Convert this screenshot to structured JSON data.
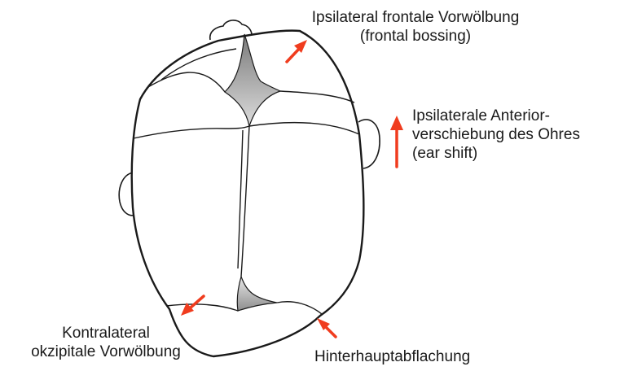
{
  "labels": {
    "frontal_bossing": {
      "line1": "Ipsilateral frontale Vorwölbung",
      "line2": "(frontal bossing)"
    },
    "ear_shift": {
      "line1": "Ipsilaterale Anterior-",
      "line2": "verschiebung des Ohres",
      "line3": "(ear shift)"
    },
    "occipital_bossing": {
      "line1": "Kontralateral",
      "line2": "okzipitale Vorwölbung"
    },
    "occipital_flattening": {
      "line1": "Hinterhauptabflachung"
    }
  },
  "colors": {
    "arrow": "#f03c1e",
    "outline": "#1a1a1a",
    "fontanelle": "#b8b8b8"
  }
}
